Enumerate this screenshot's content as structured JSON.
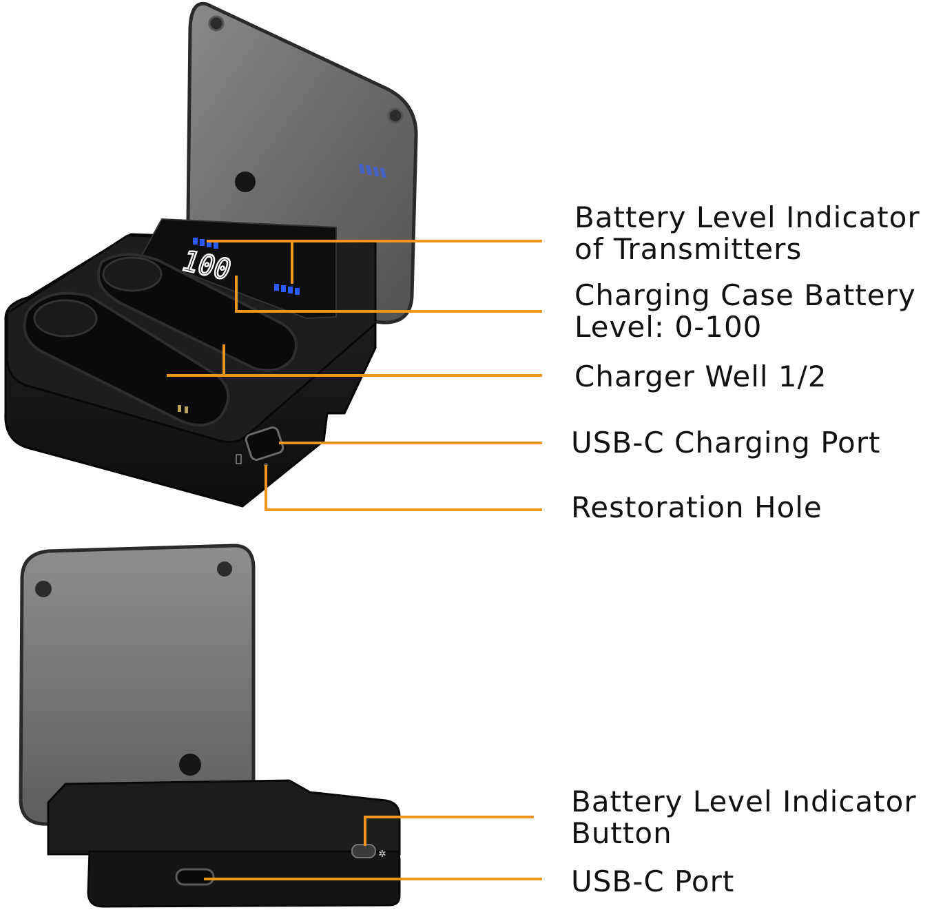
{
  "callouts": {
    "transmitters": {
      "line1": "Battery Level Indicator",
      "line2": "of Transmitters"
    },
    "case_level": {
      "line1": "Charging Case Battery",
      "line2": "Level: 0-100"
    },
    "charger_well": {
      "line1": "Charger Well 1/2"
    },
    "usbc_charging": {
      "line1": "USB-C Charging Port"
    },
    "restoration": {
      "line1": "Restoration Hole"
    },
    "indicator_button": {
      "line1": "Battery Level Indicator",
      "line2": "Button"
    },
    "usbc_port": {
      "line1": "USB-C Port"
    }
  },
  "display": {
    "digits": "100"
  },
  "colors": {
    "leader_line": "#f0961e",
    "led_blue": "#2b5bff",
    "case_black": "#151515",
    "lid_smoke": "#6e6e6e"
  }
}
